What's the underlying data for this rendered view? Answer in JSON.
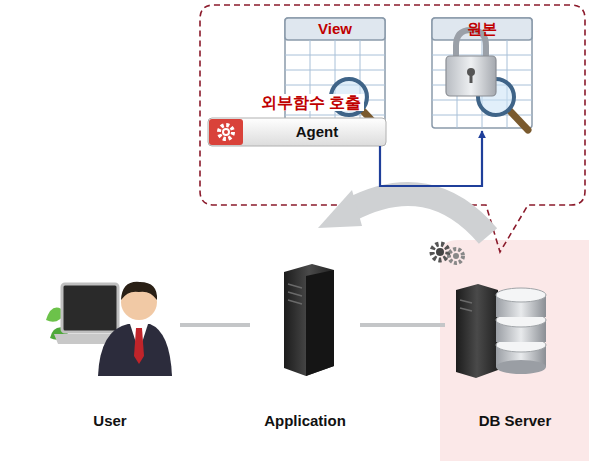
{
  "diagram": {
    "nodes": [
      {
        "text": [
          "View"
        ]
      },
      {
        "text": [
          "원본"
        ]
      },
      {
        "text": [
          "Agent"
        ]
      },
      {
        "text": [
          "User"
        ]
      },
      {
        "text": [
          "Application"
        ]
      },
      {
        "text": [
          "DB Server"
        ]
      }
    ],
    "edges": [
      {
        "from": 3,
        "to": 4,
        "arrow": "none"
      },
      {
        "from": 4,
        "to": 5,
        "arrow": "none"
      },
      {
        "from": 2,
        "to": 1,
        "arrow": "to"
      }
    ],
    "labels": [
      "외부함수 호출"
    ]
  }
}
